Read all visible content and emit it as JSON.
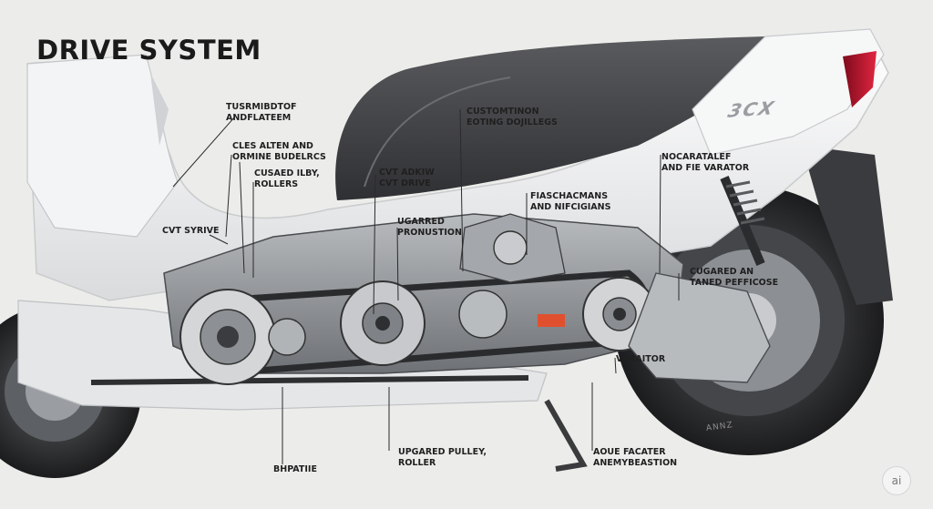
{
  "title": "DRIVE SYSTEM",
  "callouts": [
    {
      "id": "top-left",
      "lines": [
        "TUSRMIBDTOF",
        "ANDFLATEEM"
      ]
    },
    {
      "id": "cles",
      "lines": [
        "CLES ALTEN AND",
        "ORMINE BUDELRCS"
      ]
    },
    {
      "id": "cusaed",
      "lines": [
        "CUSAED ILBY,",
        "ROLLERS"
      ]
    },
    {
      "id": "cvt-syrive",
      "lines": [
        "CVT SYRIVE"
      ]
    },
    {
      "id": "cvt-drive",
      "lines": [
        "CVT ADKIW",
        "CVT DRIVE"
      ]
    },
    {
      "id": "ugarred",
      "lines": [
        "UGARRED",
        "PRONUSTION"
      ]
    },
    {
      "id": "custom",
      "lines": [
        "CUSTOMTINON",
        "EOTING DOJILLEGS"
      ]
    },
    {
      "id": "fiaschac",
      "lines": [
        "FIASCHACMANS",
        "AND NIFCIGIANS"
      ]
    },
    {
      "id": "nocaratalef",
      "lines": [
        "NOCARATALEF",
        "AND FIE VARATOR"
      ]
    },
    {
      "id": "cugared",
      "lines": [
        "CUGARED AN",
        "TANED PEFFICOSE"
      ]
    },
    {
      "id": "varaitor",
      "lines": [
        "VARAITOR"
      ]
    },
    {
      "id": "bottom-left",
      "lines": [
        "BHPATIIE"
      ]
    },
    {
      "id": "upgared",
      "lines": [
        "UPGARED PULLEY,",
        "ROLLER"
      ]
    },
    {
      "id": "aoue",
      "lines": [
        "AOUE FACATER",
        "ANEMYBEASTION"
      ]
    }
  ],
  "model_badge": "3CX",
  "tire_text": "ANNZ",
  "ai_badge": "ai",
  "colors": {
    "background": "#ecedea",
    "body_panel": "#f7f8f8",
    "seat": "#4a4b4d",
    "engine": "#8f9296",
    "tail_light": "#c8102e",
    "callout_line": "#2a2a2a"
  }
}
